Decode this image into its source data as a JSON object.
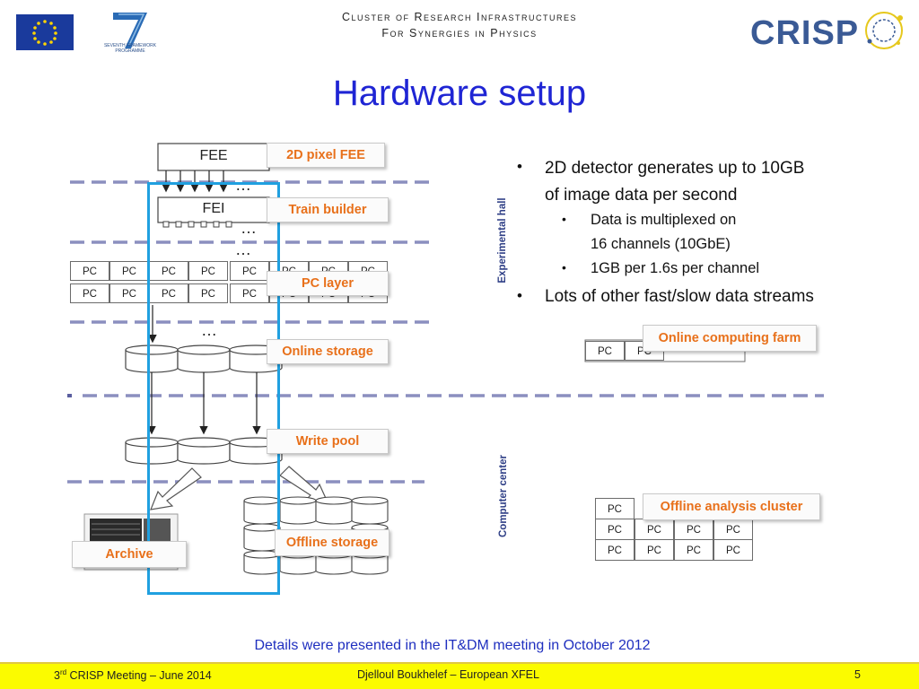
{
  "header": {
    "line1": "Cluster of Research Infrastructures",
    "line2": "For Synergies in Physics",
    "fp7_logo_text": "SEVENTH FRAMEWORK PROGRAMME",
    "crisp_logo_text": "CRISP"
  },
  "title": "Hardware setup",
  "diagram": {
    "fee_label": "FEE",
    "fei_label": "FEI",
    "ellipsis": "…",
    "pc_label": "PC",
    "callouts": {
      "pixel_fee": "2D pixel FEE",
      "train_builder": "Train builder",
      "pc_layer": "PC layer",
      "online_storage": "Online storage",
      "write_pool": "Write pool",
      "archive": "Archive",
      "offline_storage": "Offline storage",
      "online_computing_farm": "Online computing farm",
      "offline_analysis_cluster": "Offline analysis cluster"
    },
    "side_labels": {
      "experimental_hall": "Experimental hall",
      "computer_center": "Computer center"
    }
  },
  "bullets": {
    "b1_line1": "2D detector generates up to 10GB",
    "b1_line2": "of image data per second",
    "sub1_line1": "Data is multiplexed on",
    "sub1_line2": "16 channels (10GbE)",
    "sub2": "1GB per 1.6s per channel",
    "b2": "Lots of other fast/slow data streams"
  },
  "note": "Details were presented in the IT&DM meeting in October 2012",
  "footer": {
    "meeting_prefix": "3",
    "meeting_sup": "rd",
    "meeting_rest": " CRISP Meeting – June 2014",
    "author": "Djelloul Boukhelef – European XFEL",
    "page": "5"
  },
  "colors": {
    "title": "#1f25d4",
    "callout_text": "#e8701a",
    "dash_line": "#8b8fbf",
    "highlight_box": "#20a0e0",
    "footer_bg": "#fbfb00",
    "side_label": "#2f3f86"
  }
}
